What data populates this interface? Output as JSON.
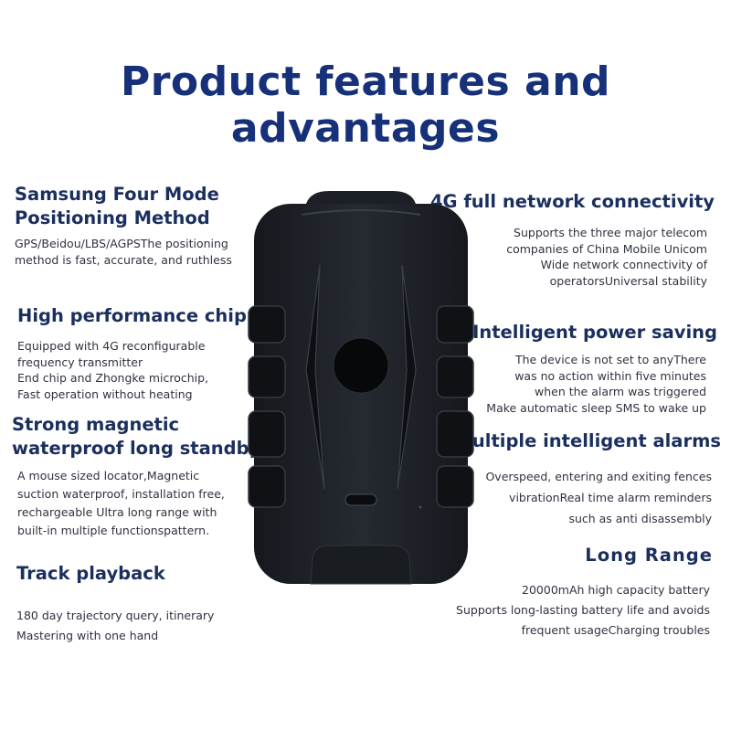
{
  "title": "Product features and advantages",
  "features": [
    {
      "heading": [
        "Samsung Four Mode",
        "Positioning Method"
      ],
      "lines": [
        "GPS/Beidou/LBS/AGPSThe positioning",
        "method is fast, accurate, and ruthless"
      ]
    },
    {
      "heading": [
        "High performance chip"
      ],
      "lines": [
        "Equipped with 4G reconfigurable",
        "frequency transmitter",
        "End chip and Zhongke microchip,",
        "Fast operation without heating"
      ]
    },
    {
      "heading": [
        "Strong magnetic",
        "waterproof long standby"
      ],
      "lines": [
        "A mouse sized locator,Magnetic",
        "suction waterproof, installation free,",
        "rechargeable Ultra long range with",
        "built-in multiple functionspattern."
      ]
    },
    {
      "heading": [
        "Track playback"
      ],
      "lines": [
        "180 day trajectory query, itinerary",
        "Mastering with one hand"
      ]
    },
    {
      "heading": [
        "4G full network connectivity"
      ],
      "lines": [
        "Supports the three major telecom",
        "companies of China Mobile Unicom",
        "Wide network connectivity of",
        "operatorsUniversal stability"
      ]
    },
    {
      "heading": [
        "Intelligent power saving"
      ],
      "lines": [
        "The device is not set to anyThere",
        "was no action within five minutes",
        "when the alarm was triggered",
        "Make automatic sleep SMS to wake up"
      ]
    },
    {
      "heading": [
        "Multiple intelligent alarms"
      ],
      "lines": [
        "Overspeed, entering and exiting fences",
        "vibrationReal time alarm reminders",
        "such as anti disassembly"
      ]
    },
    {
      "heading": [
        "Long Range"
      ],
      "lines": [
        "20000mAh high capacity battery",
        "Supports long-lasting battery life and avoids",
        "frequent usageCharging troubles"
      ]
    }
  ],
  "colors": {
    "title": "#16307a",
    "heading": "#1b2f5e",
    "body": "#2f3340",
    "device": "#1c1f25"
  }
}
